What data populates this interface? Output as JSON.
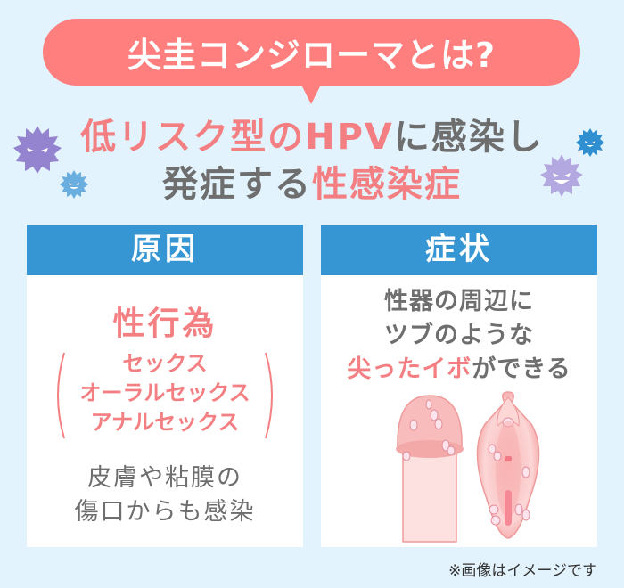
{
  "title": {
    "text": "尖圭コンジローマとは?"
  },
  "headline": {
    "line1_pink": "低リスク型のHPV",
    "line1_gray": "に感染し",
    "line2_gray": "発症する",
    "line2_pink": "性感染症"
  },
  "cause_panel": {
    "header": "原因",
    "main": "性行為",
    "list": [
      "セックス",
      "オーラルセックス",
      "アナルセックス"
    ],
    "note_line1": "皮膚や粘膜の",
    "note_line2": "傷口からも感染"
  },
  "symptom_panel": {
    "header": "症状",
    "line1": "性器の周辺に",
    "line2": "ツブのような",
    "line3_pink": "尖ったイボ",
    "line3_gray": "ができる"
  },
  "footnote": "※画像はイメージです",
  "colors": {
    "background": "#e3f3fd",
    "bubble": "#ff7e7e",
    "accent_pink": "#f37f82",
    "header_blue": "#3596d3",
    "text_gray": "#6e6e6e"
  },
  "icons": {
    "virus_left_large": "virus-purple-icon",
    "virus_left_small": "virus-blue-icon",
    "virus_right_small": "virus-blue-icon",
    "virus_right_large": "virus-lavender-icon"
  }
}
